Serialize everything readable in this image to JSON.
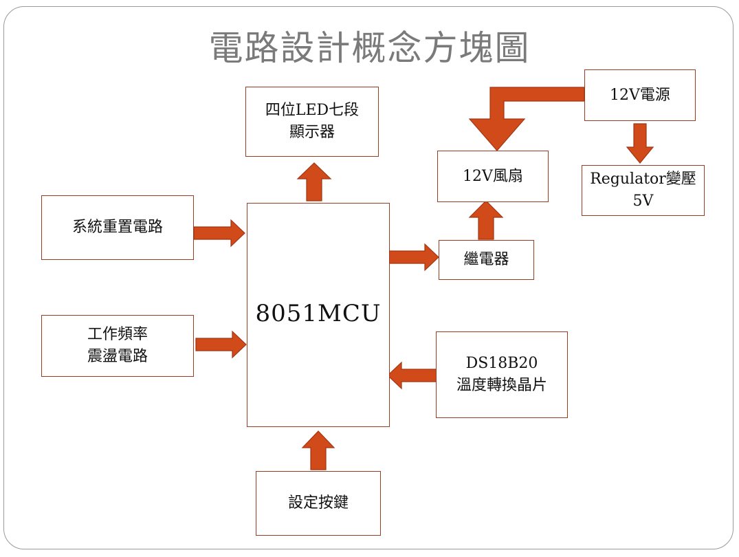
{
  "title": "電路設計概念方塊圖",
  "blocks": {
    "display": {
      "line1": "四位LED七段",
      "line2": "顯示器"
    },
    "reset": {
      "line1": "系統重置電路"
    },
    "osc": {
      "line1": "工作頻率",
      "line2": "震盪電路"
    },
    "mcu": {
      "line1": "8051MCU"
    },
    "keys": {
      "line1": "設定按鍵"
    },
    "fan": {
      "line1": "12V風扇"
    },
    "relay": {
      "line1": "繼電器"
    },
    "sensor": {
      "line1": "DS18B20",
      "line2": "溫度轉換晶片"
    },
    "power": {
      "line1": "12V電源"
    },
    "regulator": {
      "line1": "Regulator變壓",
      "line2": "5V"
    }
  },
  "colors": {
    "arrow": "#d04a1a",
    "border": "#9a3a1e",
    "title": "#7a7a7a"
  }
}
